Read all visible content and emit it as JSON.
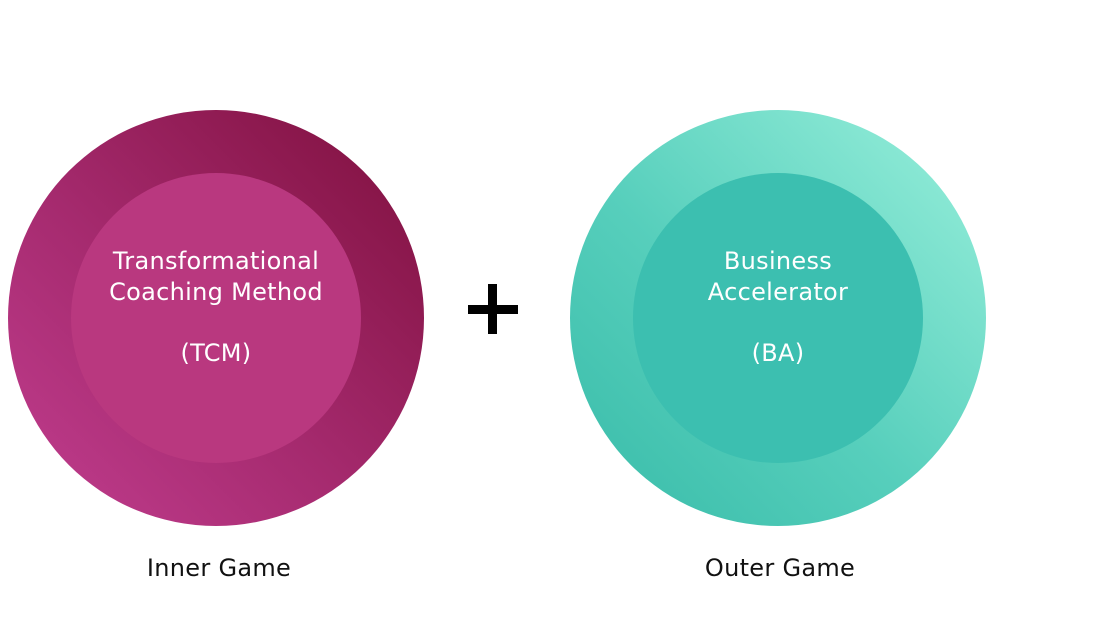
{
  "left": {
    "title_line1": "Transformational",
    "title_line2": "Coaching Method",
    "abbr": "(TCM)",
    "label": "Inner Game",
    "color_outer": "#9e2766",
    "color_inner": "#b9387f"
  },
  "operator": "+",
  "right": {
    "title_line1": "Business",
    "title_line2": "Accelerator",
    "abbr": "(BA)",
    "label": "Outer Game",
    "color_outer": "#5fd3c0",
    "color_inner": "#3cbfb0"
  }
}
